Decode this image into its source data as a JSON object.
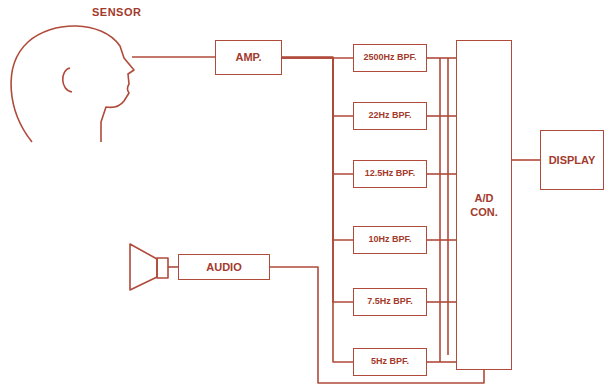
{
  "diagram": {
    "nodes": [
      {
        "text": [
          "AMP."
        ]
      },
      {
        "text": [
          "2500Hz BPF."
        ]
      },
      {
        "text": [
          "22Hz BPF."
        ]
      },
      {
        "text": [
          "12.5Hz BPF."
        ]
      },
      {
        "text": [
          "10Hz BPF."
        ]
      },
      {
        "text": [
          "7.5Hz BPF."
        ]
      },
      {
        "text": [
          "5Hz BPF."
        ]
      },
      {
        "text": [
          "A/D CON."
        ]
      },
      {
        "text": [
          "DISPLAY"
        ]
      },
      {
        "text": [
          "AUDIO"
        ]
      }
    ],
    "edges": [
      {
        "from": 0,
        "to": 1,
        "arrow": "none"
      },
      {
        "from": 0,
        "to": 2,
        "arrow": "none"
      },
      {
        "from": 0,
        "to": 3,
        "arrow": "none"
      },
      {
        "from": 0,
        "to": 4,
        "arrow": "none"
      },
      {
        "from": 0,
        "to": 5,
        "arrow": "none"
      },
      {
        "from": 0,
        "to": 6,
        "arrow": "none"
      },
      {
        "from": 1,
        "to": 7,
        "arrow": "none"
      },
      {
        "from": 2,
        "to": 7,
        "arrow": "none"
      },
      {
        "from": 3,
        "to": 7,
        "arrow": "none"
      },
      {
        "from": 4,
        "to": 7,
        "arrow": "none"
      },
      {
        "from": 5,
        "to": 7,
        "arrow": "none"
      },
      {
        "from": 6,
        "to": 7,
        "arrow": "none"
      },
      {
        "from": 7,
        "to": 8,
        "arrow": "none"
      },
      {
        "from": 9,
        "to": 7,
        "arrow": "none"
      }
    ],
    "labels": [
      "SENSOR"
    ]
  }
}
